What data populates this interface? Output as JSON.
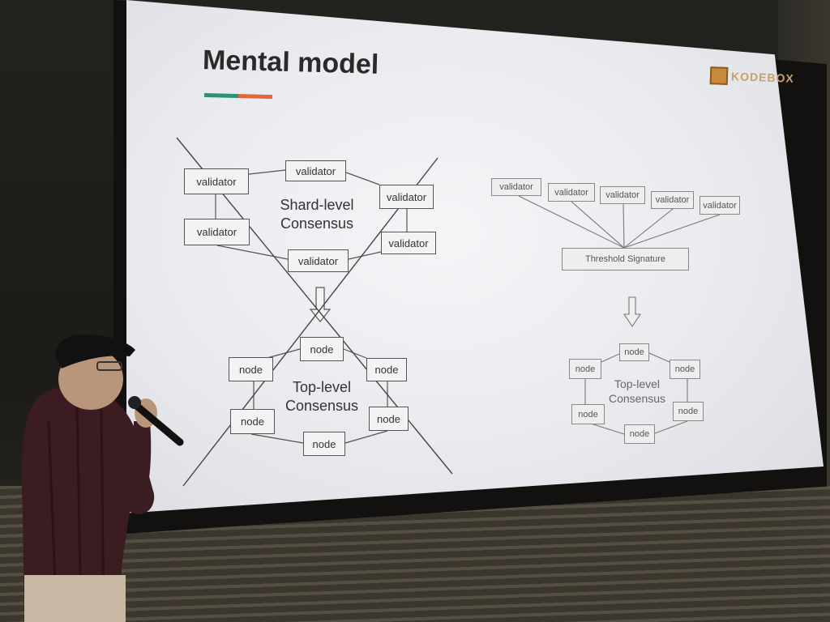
{
  "slide": {
    "title": "Mental model",
    "logo_text": "KODEBOX",
    "title_bar_colors": [
      "#2e8f7a",
      "#e2673a"
    ]
  },
  "left_diagram": {
    "top_label": "Shard-level\nConsensus",
    "bottom_label": "Top-level\nConsensus",
    "validators": [
      "validator",
      "validator",
      "validator",
      "validator",
      "validator",
      "validator"
    ],
    "nodes": [
      "node",
      "node",
      "node",
      "node",
      "node",
      "node"
    ],
    "crossed_out": true
  },
  "right_diagram": {
    "validators": [
      "validator",
      "validator",
      "validator",
      "validator",
      "validator"
    ],
    "threshold_label": "Threshold Signature",
    "bottom_label": "Top-level\nConsensus",
    "nodes": [
      "node",
      "node",
      "node",
      "node",
      "node",
      "node"
    ]
  }
}
